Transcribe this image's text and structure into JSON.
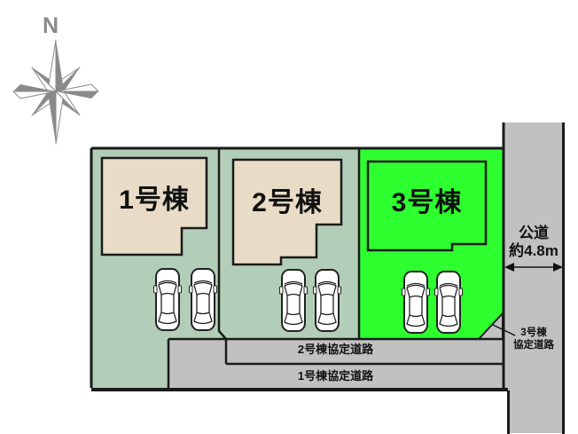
{
  "compass": {
    "label": "N"
  },
  "lots": [
    {
      "id": 1,
      "label": "1号棟"
    },
    {
      "id": 2,
      "label": "2号棟"
    },
    {
      "id": 3,
      "label": "3号棟"
    }
  ],
  "roads": {
    "public": {
      "name": "公道",
      "width": "約4.8m"
    },
    "lot3": {
      "line1": "3号棟",
      "line2": "協定道路"
    },
    "lot2": {
      "label": "2号棟協定道路"
    },
    "lot1": {
      "label": "1号棟協定道路"
    }
  },
  "colors": {
    "lot_background": "#b3ceb8",
    "highlight_lot": "#2eff2e",
    "building_fill": "#e8dcc6",
    "road_fill": "#c1c1c1",
    "compass_gray": "#8a8a8a",
    "outline": "#1a1a1a"
  }
}
